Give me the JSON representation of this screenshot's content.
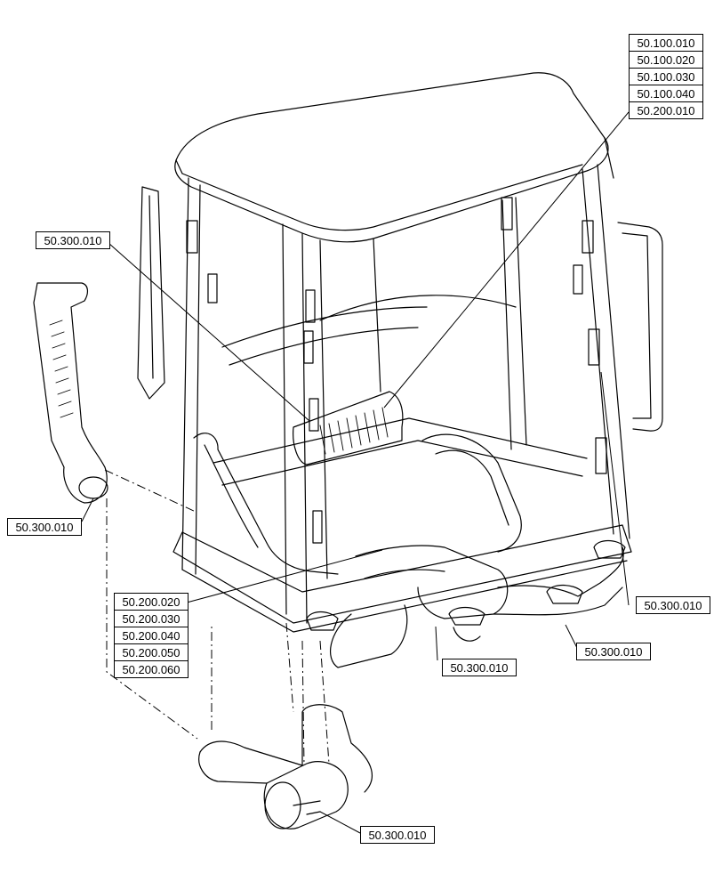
{
  "callouts": {
    "top_right_stack": [
      "50.100.010",
      "50.100.020",
      "50.100.030",
      "50.100.040",
      "50.200.010"
    ],
    "upper_left": "50.300.010",
    "left_duct": "50.300.010",
    "bottom_left_stack": [
      "50.200.020",
      "50.200.030",
      "50.200.040",
      "50.200.050",
      "50.200.060"
    ],
    "right_side": "50.300.010",
    "bottom_right": "50.300.010",
    "bottom_center": "50.300.010",
    "bottom": "50.300.010"
  }
}
